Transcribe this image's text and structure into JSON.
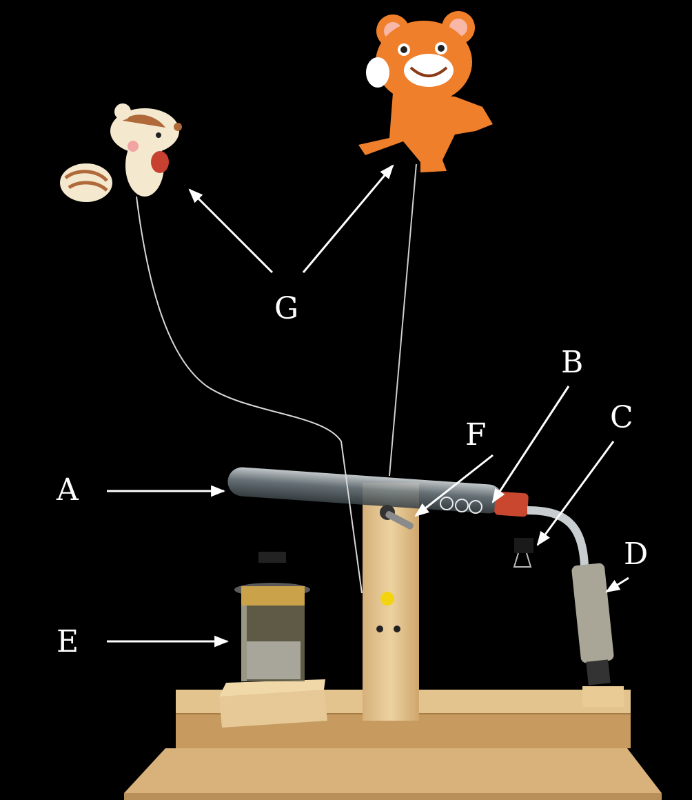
{
  "labels": {
    "a": "A",
    "b": "B",
    "c": "C",
    "d": "D",
    "e": "E",
    "f": "F",
    "g": "G"
  },
  "colors": {
    "background": "#000000",
    "wood": "#e2c08a",
    "wood_dark": "#c9a165",
    "board": "#d8b27a",
    "bear": "#f07f2c",
    "glass": "#9aa3a8",
    "stopper": "#c9472e",
    "knob": "#f3d40f",
    "arrow": "#ffffff"
  },
  "icons": {
    "squirrel": "squirrel-cutout-icon",
    "bear": "bear-cutout-icon"
  }
}
